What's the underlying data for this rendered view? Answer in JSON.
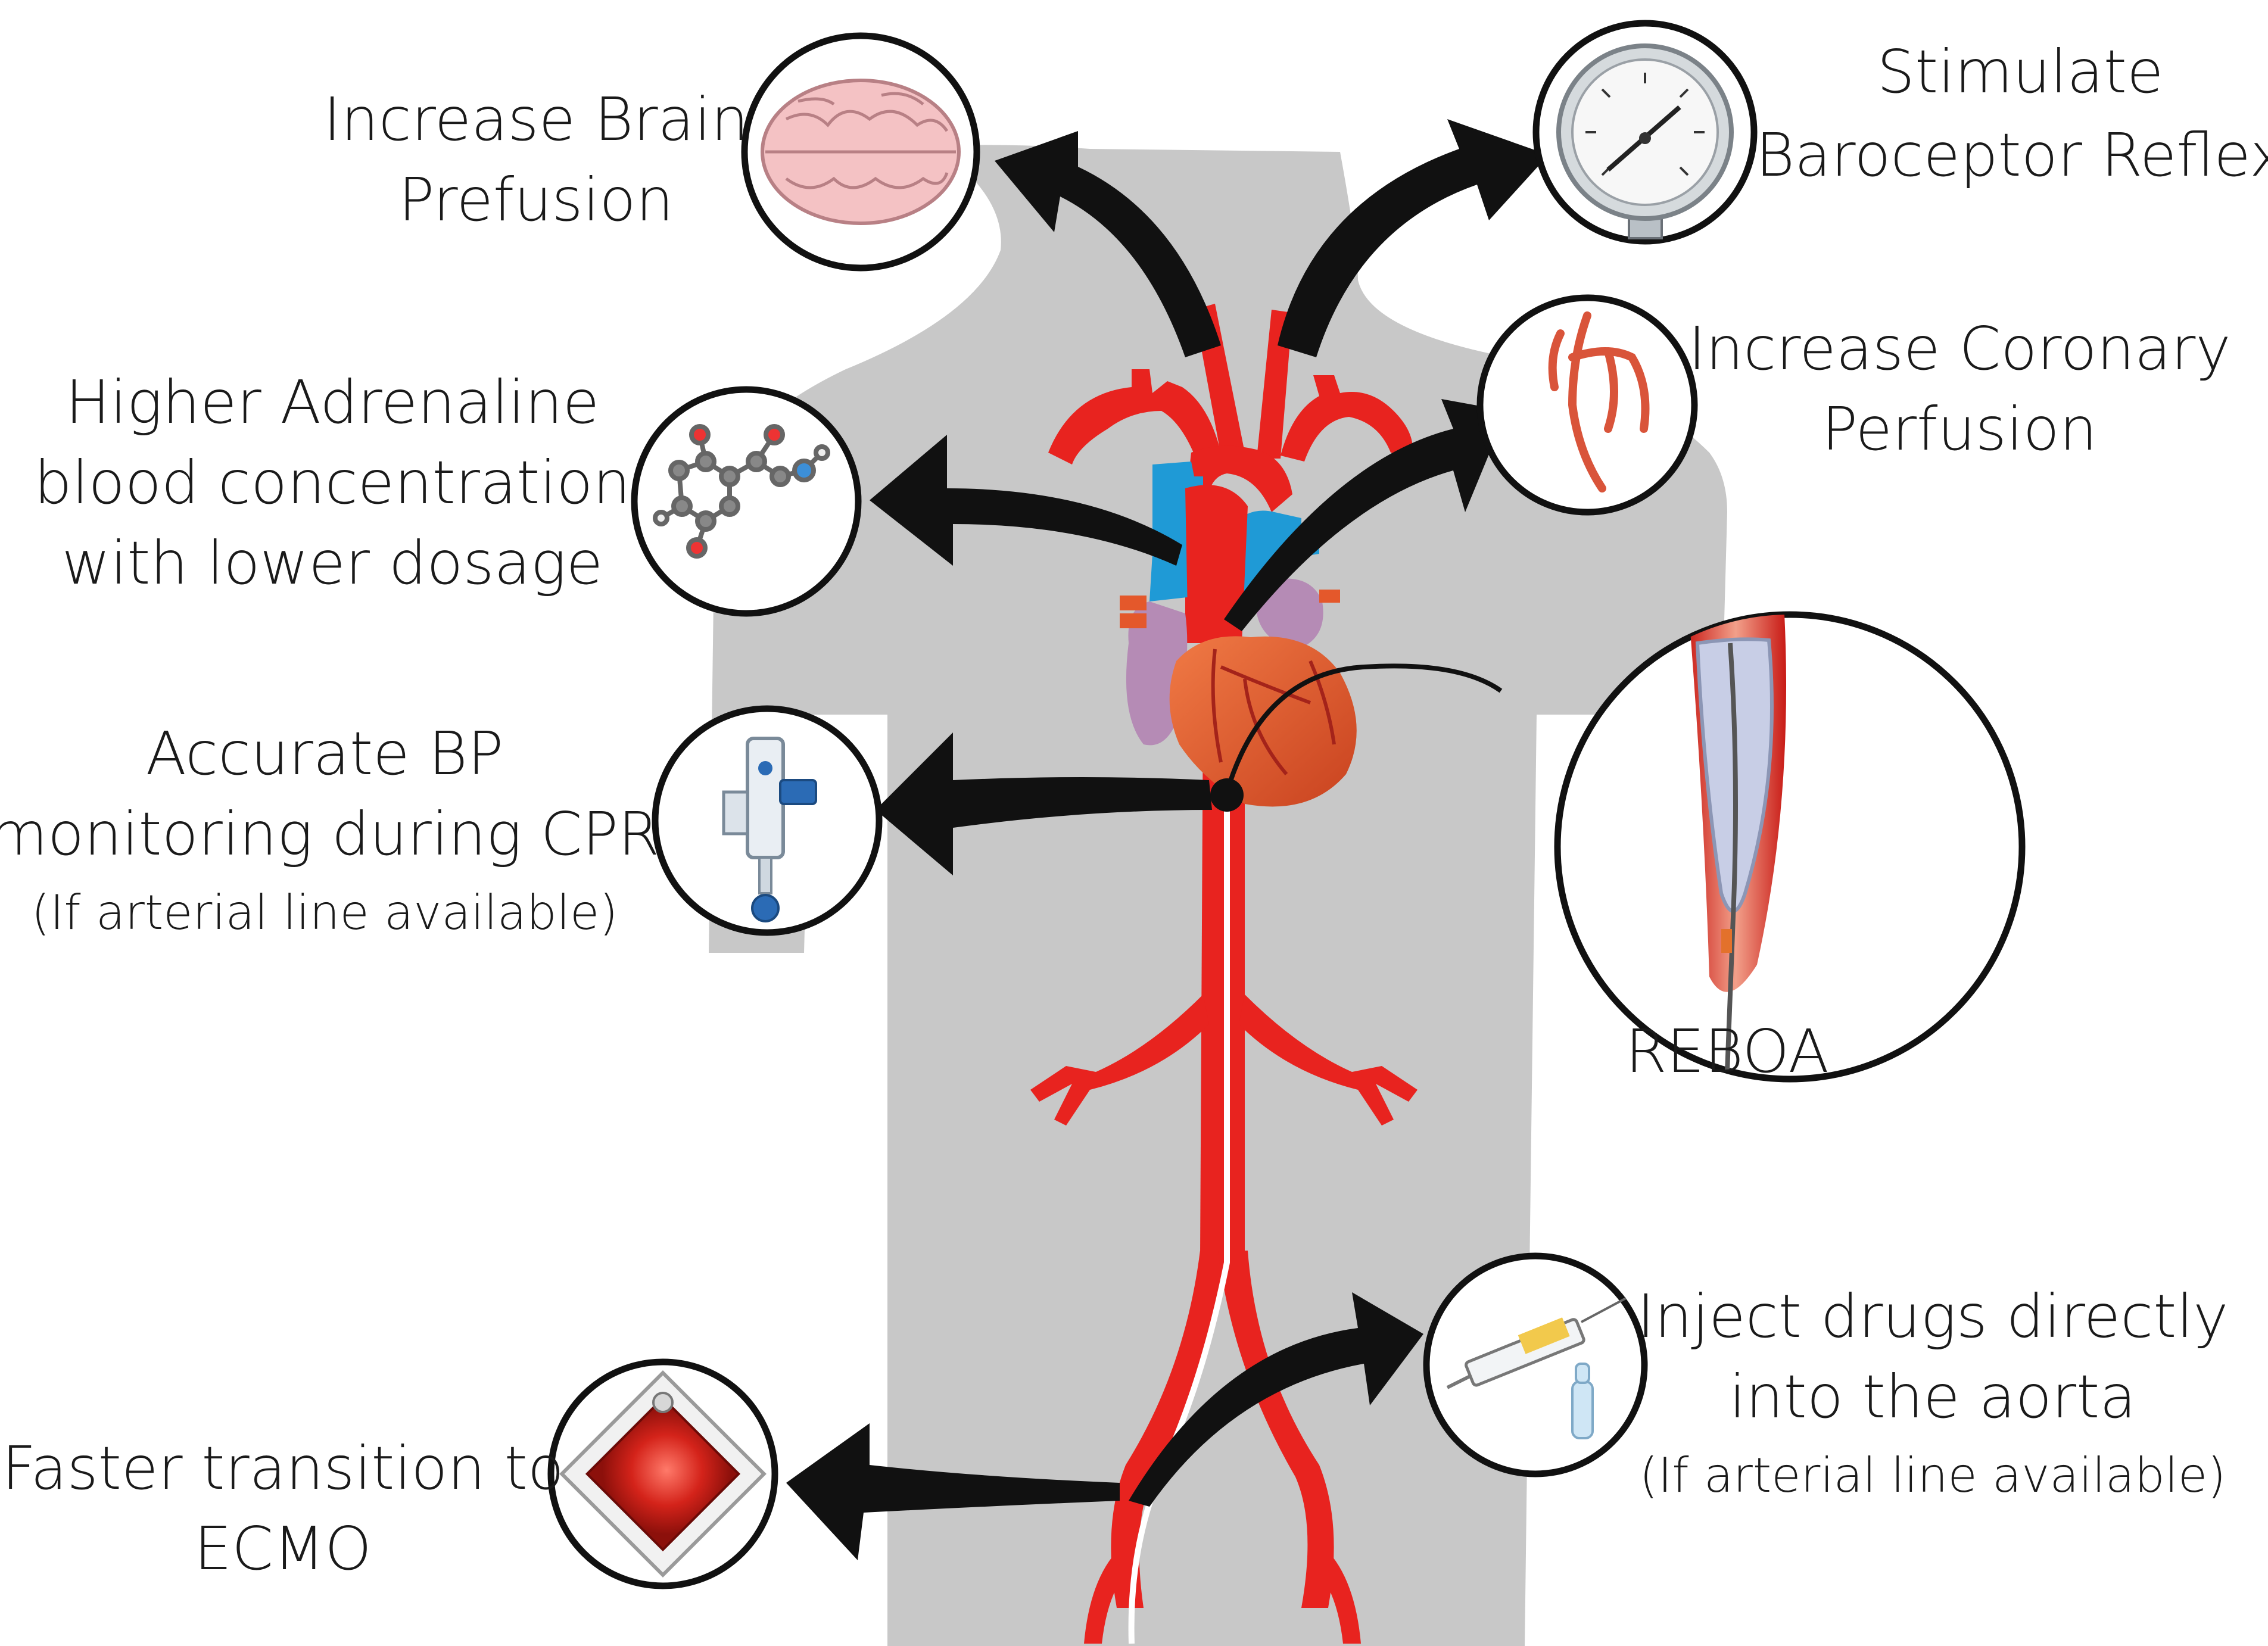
{
  "colors": {
    "body_silhouette": "#c8c8c8",
    "artery": "#e8231f",
    "vein": "#1f9ad6",
    "heart": "#e4582b",
    "atrium": "#b58bb5",
    "arrow": "#111111"
  },
  "labels": {
    "brain": [
      "Increase Brain",
      "Prefusion"
    ],
    "baroceptor": [
      "Stimulate",
      "Baroceptor Reflex"
    ],
    "adrenaline": [
      "Higher Adrenaline",
      "blood concentration",
      "with lower dosage"
    ],
    "coronary": [
      "Increase Coronary",
      "Perfusion"
    ],
    "bp": [
      "Accurate BP",
      "monitoring during CPR"
    ],
    "bp_note": "(If arterial line available)",
    "reboa": "REBOA",
    "inject": [
      "Inject drugs directly",
      "into the aorta"
    ],
    "inject_note": "(If arterial line available)",
    "ecmo": [
      "Faster transition to",
      "ECMO"
    ]
  },
  "icons": {
    "brain": "brain-icon",
    "baroceptor": "pressure-gauge-icon",
    "adrenaline": "molecule-icon",
    "coronary": "coronary-artery-icon",
    "bp": "arterial-transducer-icon",
    "reboa": "balloon-catheter-icon",
    "inject": "syringe-ampoule-icon",
    "ecmo": "ecmo-device-icon"
  }
}
